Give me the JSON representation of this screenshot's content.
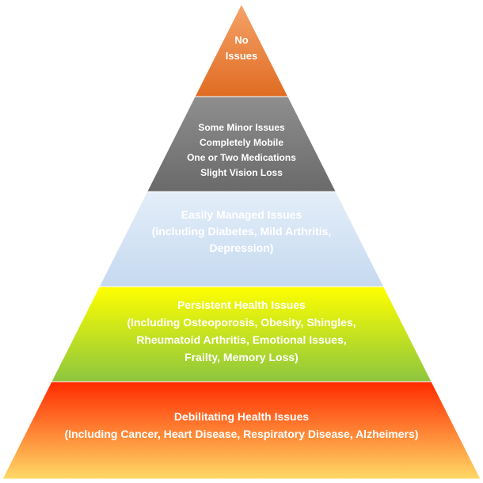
{
  "diagram": {
    "type": "pyramid",
    "tiers": [
      {
        "id": "no-issues",
        "lines": [
          "No",
          "Issues"
        ],
        "gradient": [
          "#f5a36a",
          "#e06c22"
        ],
        "text_color": "#ffffff"
      },
      {
        "id": "minor-issues",
        "lines": [
          "Some Minor Issues",
          "Completely Mobile",
          "One or Two Medications",
          "Slight Vision Loss"
        ],
        "gradient": [
          "#8e8e8e",
          "#6a6a6a"
        ],
        "text_color": "#ffffff"
      },
      {
        "id": "easily-managed",
        "lines": [
          "Easily Managed Issues",
          "(including Diabetes, Mild Arthritis,",
          "Depression)"
        ],
        "gradient": [
          "#e4eef9",
          "#c5d9f0"
        ],
        "text_color": "#ffffff"
      },
      {
        "id": "persistent-health",
        "lines": [
          "Persistent Health Issues",
          "(Including Osteoporosis, Obesity, Shingles,",
          "Rheumatoid Arthritis, Emotional Issues,",
          "Frailty, Memory Loss)"
        ],
        "gradient": [
          "#ffff00",
          "#8cc63f"
        ],
        "text_color": "#ffffff"
      },
      {
        "id": "debilitating-health",
        "lines": [
          "Debilitating Health Issues",
          "(Including Cancer, Heart Disease, Respiratory Disease, Alzheimers)"
        ],
        "gradient": [
          "#ff2a00",
          "#ffd966"
        ],
        "text_color": "#ffffff"
      }
    ]
  }
}
